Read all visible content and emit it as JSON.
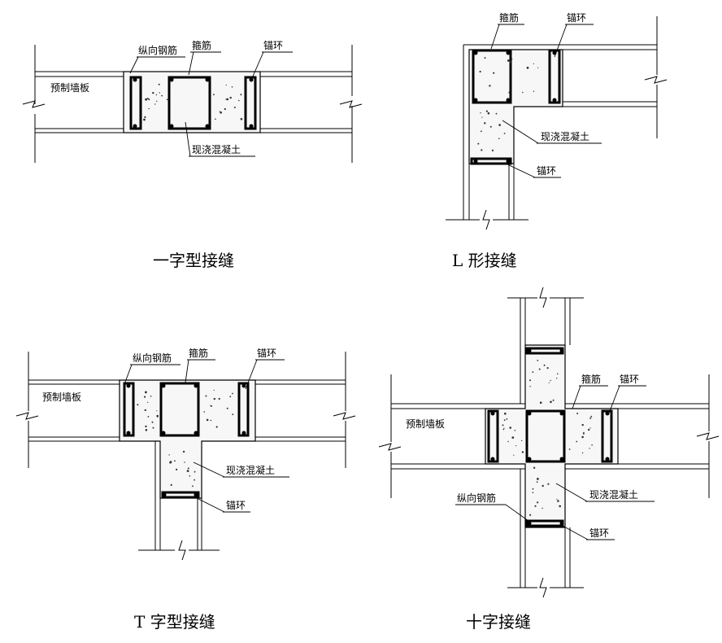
{
  "labels": {
    "longitudinal_rebar": "纵向钢筋",
    "stirrup": "箍筋",
    "anchor_ring": "锚环",
    "precast_wall_panel": "预制墙板",
    "cast_in_place_concrete": "现浇混凝土"
  },
  "captions": {
    "straight": "一字型接缝",
    "l_shape": "L 形接缝",
    "t_shape": "T 字型接缝",
    "cross": "十字接缝"
  }
}
